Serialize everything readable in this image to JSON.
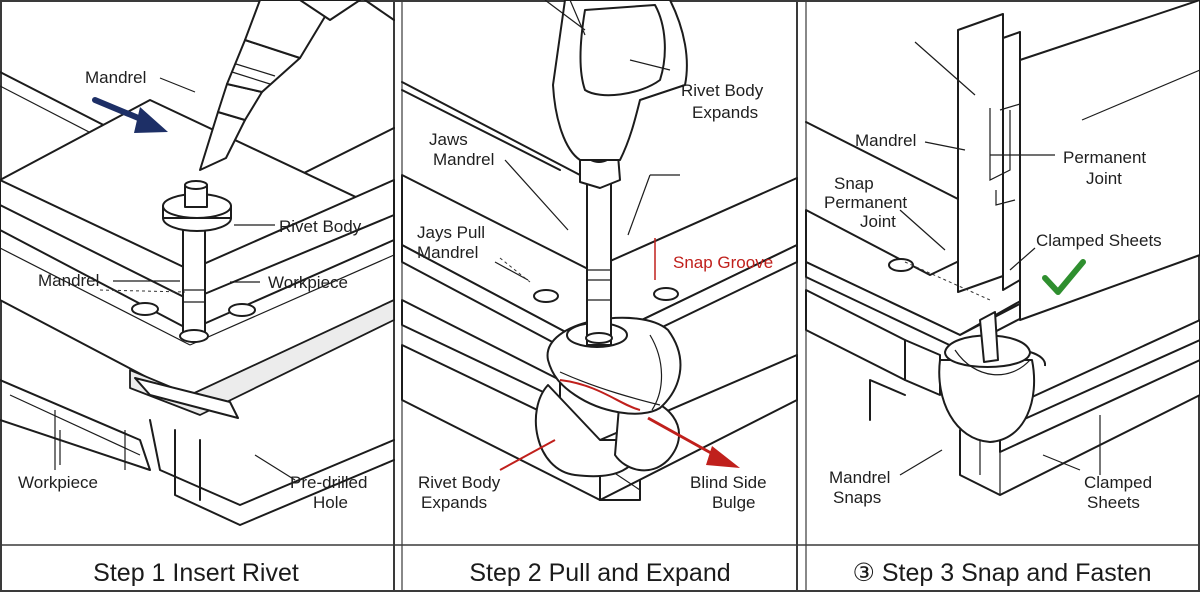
{
  "panels": [
    {
      "caption": "Step 1 Insert Rivet",
      "labels": {
        "mandrel_top": "Mandrel",
        "rivet_body": "Rivet Body",
        "mandrel_mid": "Mandrel",
        "workpiece_right": "Workpiece",
        "workpiece_bottom": "Workpiece",
        "predrilled_1": "Pre-drilled",
        "predrilled_2": "Hole"
      }
    },
    {
      "caption": "Step 2 Pull and Expand",
      "labels": {
        "expands_top_1": "Rivet Body",
        "expands_top_2": "Expands",
        "jaws_1": "Jaws",
        "jaws_2": "Mandrel",
        "jays_1": "Jays Pull",
        "jays_2": "Mandrel",
        "snap_groove": "Snap Groove",
        "expands_bottom_1": "Rivet Body",
        "expands_bottom_2": "Expands",
        "bulge_1": "Blind Side",
        "bulge_2": "Bulge"
      }
    },
    {
      "caption": "③ Step 3 Snap and Fasten",
      "labels": {
        "mandrel": "Mandrel",
        "permanent_1": "Permanent",
        "permanent_2": "Joint",
        "snap_1": "Snap",
        "snap_2": "Permanent",
        "snap_3": "Joint",
        "clamped_top": "Clamped Sheets",
        "snaps_1": "Mandrel",
        "snaps_2": "Snaps",
        "clamped_bottom_1": "Clamped",
        "clamped_bottom_2": "Sheets"
      }
    }
  ],
  "colors": {
    "ink": "#1c1c1c",
    "arrow_navy": "#1d2f66",
    "accent_red": "#c0201c",
    "check_green": "#2f8f2f"
  },
  "icons": [
    "push-arrow-icon",
    "pull-arrow-icon",
    "checkmark-icon"
  ]
}
